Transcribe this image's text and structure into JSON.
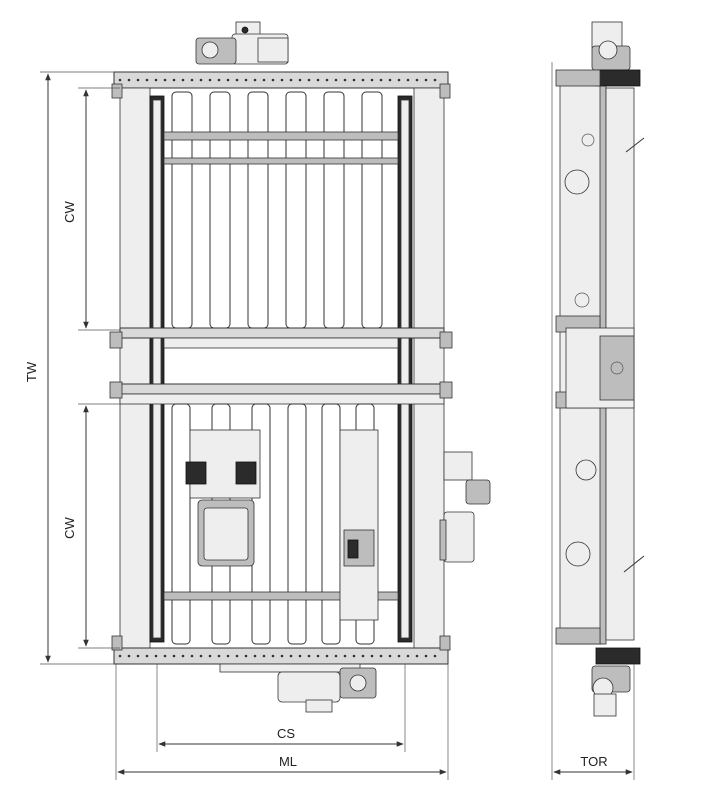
{
  "dimensions": {
    "tw": "TW",
    "cw_top": "CW",
    "cw_bottom": "CW",
    "cs": "CS",
    "ml": "ML",
    "tor": "TOR"
  }
}
